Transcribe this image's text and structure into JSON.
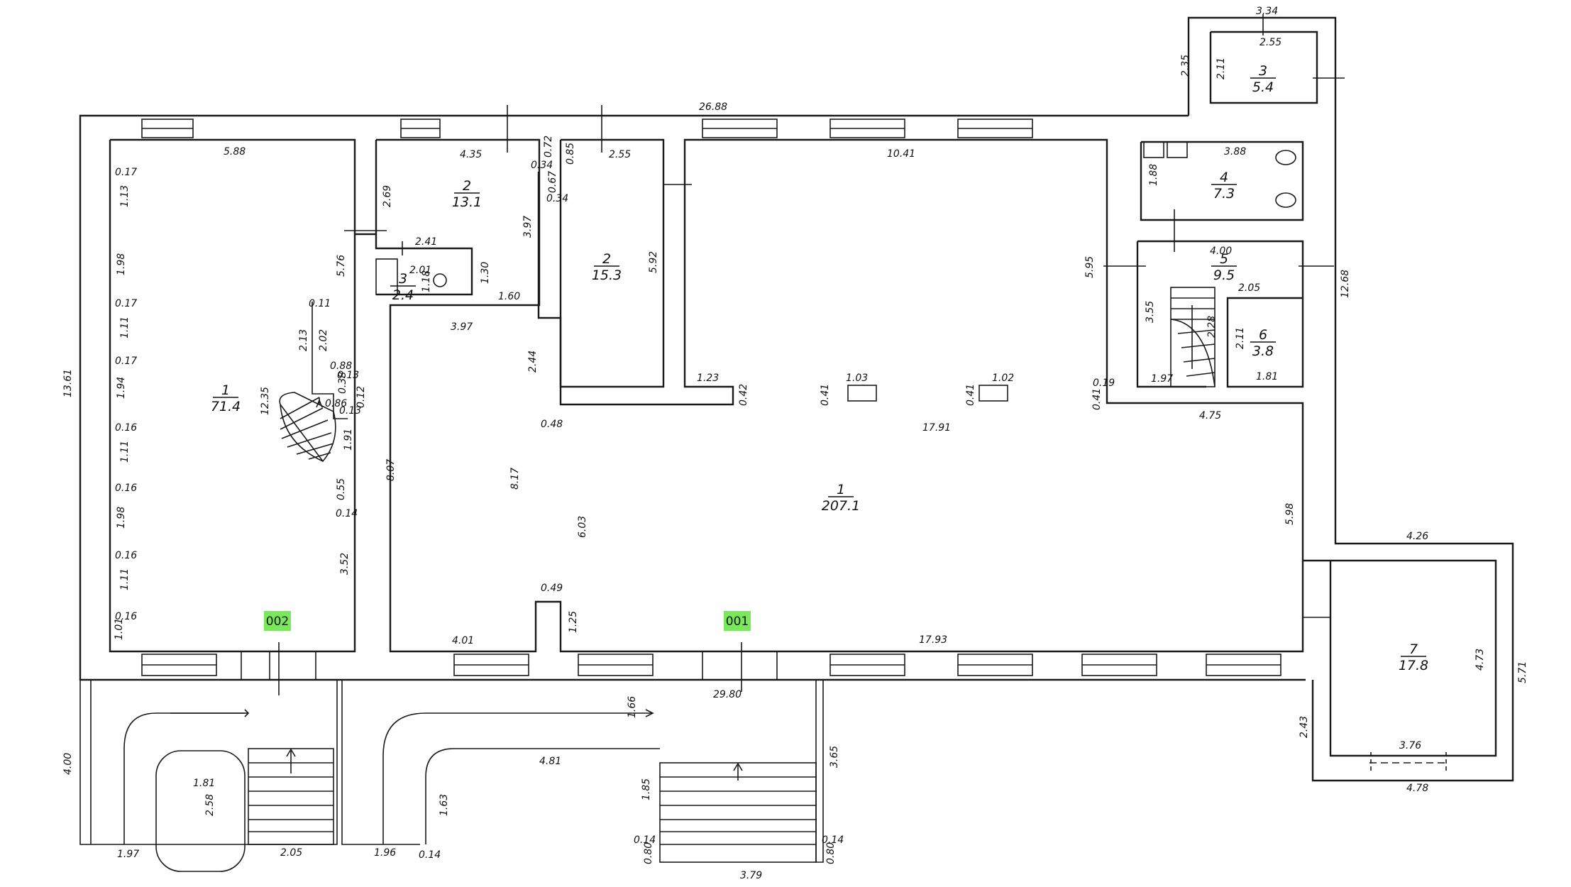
{
  "badges": {
    "entrance_001": "001",
    "entrance_002": "002"
  },
  "rooms": [
    {
      "num": "1",
      "area": "71.4"
    },
    {
      "num": "2",
      "area": "13.1"
    },
    {
      "num": "3",
      "area": "2.4"
    },
    {
      "num": "2",
      "area": "15.3"
    },
    {
      "num": "1",
      "area": "207.1"
    },
    {
      "num": "3",
      "area": "5.4"
    },
    {
      "num": "4",
      "area": "7.3"
    },
    {
      "num": "5",
      "area": "9.5"
    },
    {
      "num": "6",
      "area": "3.8"
    },
    {
      "num": "7",
      "area": "17.8"
    }
  ],
  "dimensions": {
    "d_26_88": "26.88",
    "d_29_80": "29.80",
    "d_13_61": "13.61",
    "d_12_68": "12.68",
    "d_5_88": "5.88",
    "d_4_35": "4.35",
    "d_2_55a": "2.55",
    "d_10_41": "10.41",
    "d_3_88": "3.88",
    "d_4_00a": "4.00",
    "d_2_05a": "2.05",
    "d_3_34": "3.34",
    "d_2_55b": "2.55",
    "d_2_35": "2.35",
    "d_2_11a": "2.11",
    "d_2_69": "2.69",
    "d_3_97a": "3.97",
    "d_0_34a": "0.34",
    "d_0_72": "0.72",
    "d_0_85": "0.85",
    "d_0_67": "0.67",
    "d_0_34b": "0.34",
    "d_2_41": "2.41",
    "d_2_01": "2.01",
    "d_1_18": "1.18",
    "d_1_30": "1.30",
    "d_1_60": "1.60",
    "d_5_76": "5.76",
    "d_5_92": "5.92",
    "d_3_97b": "3.97",
    "d_2_44": "2.44",
    "d_0_48": "0.48",
    "d_1_23": "1.23",
    "d_0_42": "0.42",
    "d_0_41a": "0.41",
    "d_1_03": "1.03",
    "d_0_41b": "0.41",
    "d_1_02": "1.02",
    "d_17_91": "17.91",
    "d_0_19": "0.19",
    "d_0_41c": "0.41",
    "d_4_75": "4.75",
    "d_5_95": "5.95",
    "d_1_88": "1.88",
    "d_3_55": "3.55",
    "d_2_28": "2.28",
    "d_1_97a": "1.97",
    "d_2_11b": "2.11",
    "d_1_81a": "1.81",
    "d_5_98": "5.98",
    "d_4_26": "4.26",
    "d_4_73": "4.73",
    "d_5_71": "5.71",
    "d_2_43": "2.43",
    "d_3_76": "3.76",
    "d_4_78": "4.78",
    "d_8_07": "8.07",
    "d_8_17": "8.17",
    "d_6_03": "6.03",
    "d_0_49": "0.49",
    "d_1_25": "1.25",
    "d_4_01": "4.01",
    "d_17_93": "17.93",
    "d_12_35": "12.35",
    "d_0_11": "0.11",
    "d_2_13": "2.13",
    "d_2_02": "2.02",
    "d_0_88": "0.88",
    "d_0_13a": "0.13",
    "d_0_38": "0.38",
    "d_0_12": "0.12",
    "d_0_86": "0.86",
    "d_0_13b": "0.13",
    "d_1_91": "1.91",
    "d_0_55": "0.55",
    "d_0_14a": "0.14",
    "d_3_52": "3.52",
    "d_0_17a": "0.17",
    "d_1_13": "1.13",
    "d_1_98a": "1.98",
    "d_0_17b": "0.17",
    "d_1_11a": "1.11",
    "d_0_17c": "0.17",
    "d_1_94": "1.94",
    "d_0_16a": "0.16",
    "d_1_11b": "1.11",
    "d_0_16b": "0.16",
    "d_1_98b": "1.98",
    "d_0_16c": "0.16",
    "d_1_11c": "1.11",
    "d_0_16d": "0.16",
    "d_1_01": "1.01",
    "d_4_00b": "4.00",
    "d_1_81b": "1.81",
    "d_2_58": "2.58",
    "d_1_97b": "1.97",
    "d_2_05b": "2.05",
    "d_1_96": "1.96",
    "d_0_14b": "0.14",
    "d_1_63": "1.63",
    "d_4_81": "4.81",
    "d_1_66": "1.66",
    "d_1_85": "1.85",
    "d_3_65": "3.65",
    "d_0_14c": "0.14",
    "d_0_14d": "0.14",
    "d_0_80a": "0.80",
    "d_0_80b": "0.80",
    "d_3_79": "3.79"
  }
}
